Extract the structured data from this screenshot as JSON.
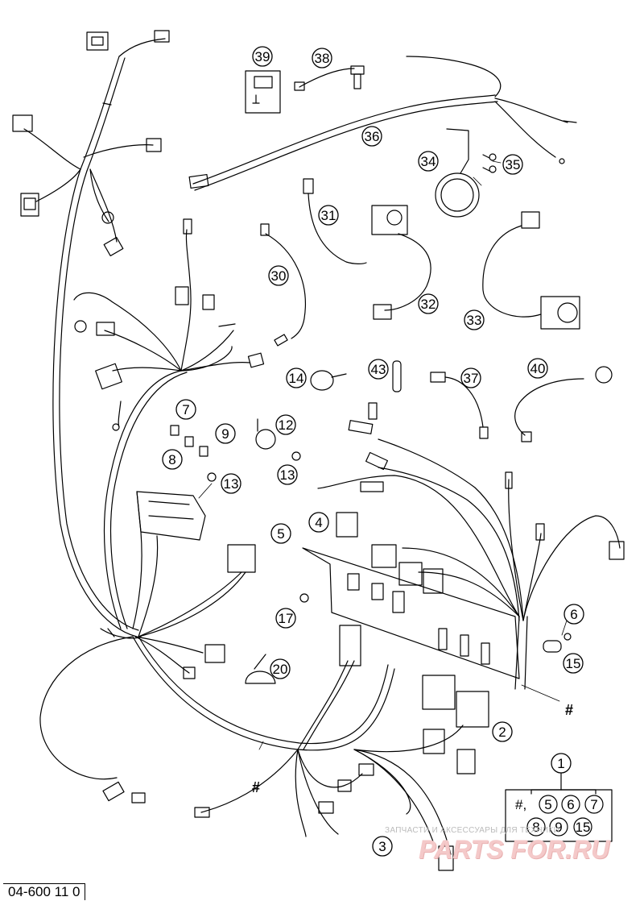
{
  "diagram": {
    "drawing_code": "04-600 11 0",
    "hash_symbol": "#",
    "callouts": [
      "1",
      "2",
      "3",
      "4",
      "5",
      "6",
      "7",
      "8",
      "9",
      "12",
      "13",
      "13",
      "14",
      "15",
      "17",
      "20",
      "30",
      "31",
      "32",
      "33",
      "34",
      "35",
      "36",
      "37",
      "38",
      "39",
      "40",
      "43"
    ],
    "kit_legend": {
      "row1": [
        "#,",
        "5",
        "6",
        "7"
      ],
      "row2": [
        "8",
        "9",
        "15"
      ]
    },
    "watermark": {
      "subtitle": "ЗАПЧАСТИ И АКСЕССУАРЫ ДЛЯ ТЕХНИКИ",
      "logo": "PARTS FOR.RU"
    }
  }
}
